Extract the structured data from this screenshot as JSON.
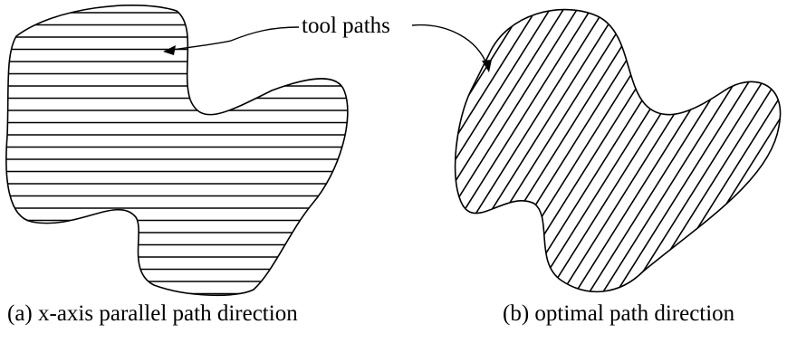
{
  "callout": {
    "label": "tool paths"
  },
  "panels": [
    {
      "caption": "(a) x-axis parallel path direction",
      "hatch_direction": "horizontal"
    },
    {
      "caption": "(b) optimal path direction",
      "hatch_direction": "diagonal"
    }
  ],
  "colors": {
    "stroke": "#000000",
    "background": "#ffffff"
  }
}
